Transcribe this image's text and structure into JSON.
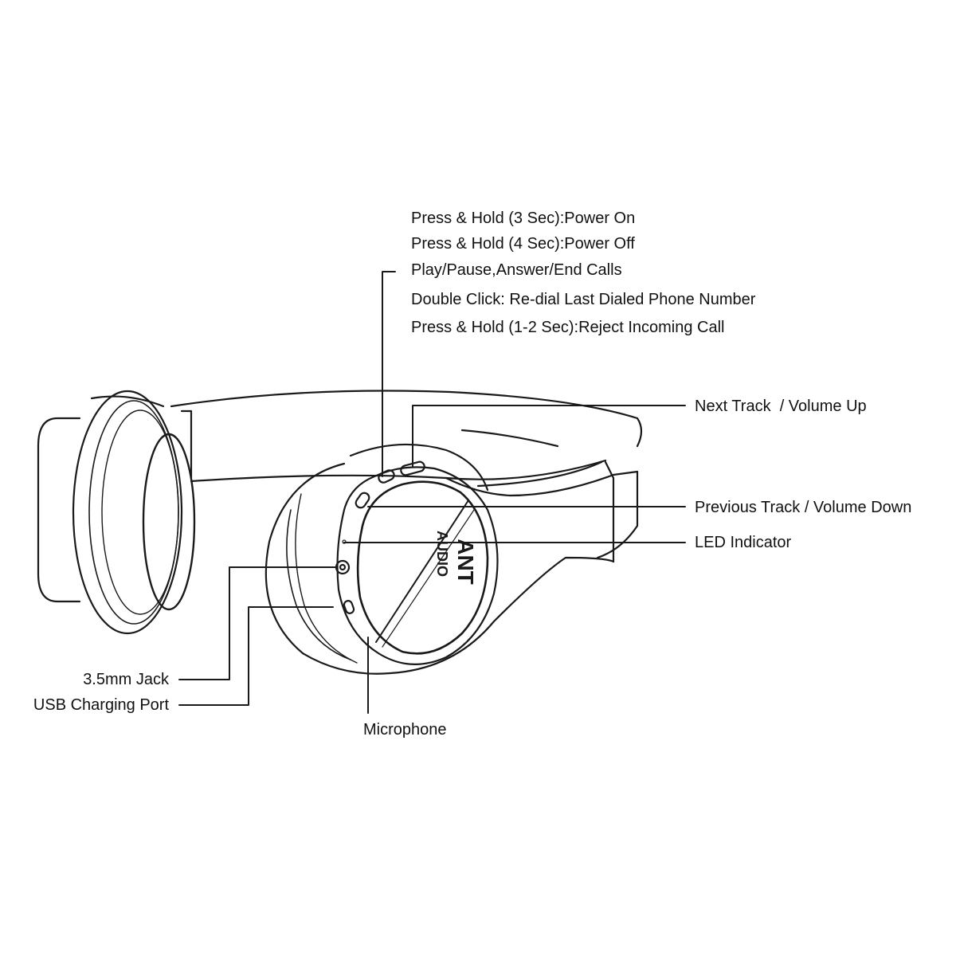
{
  "brand": {
    "logo_top": "ANT",
    "logo_bottom": "AUDIO"
  },
  "callouts": {
    "multifunction": [
      "Press & Hold (3 Sec):Power On",
      "Press & Hold (4 Sec):Power Off",
      "Play/Pause,Answer/End Calls",
      "Double Click: Re-dial Last Dialed Phone Number",
      "Press & Hold (1-2 Sec):Reject Incoming Call"
    ],
    "next_track": "Next Track  / Volume Up",
    "previous_track": "Previous Track / Volume Down",
    "led": "LED Indicator",
    "jack": "3.5mm Jack",
    "usb": "USB Charging Port",
    "microphone": "Microphone"
  },
  "colors": {
    "line": "#1a1a1a",
    "background": "#ffffff"
  }
}
